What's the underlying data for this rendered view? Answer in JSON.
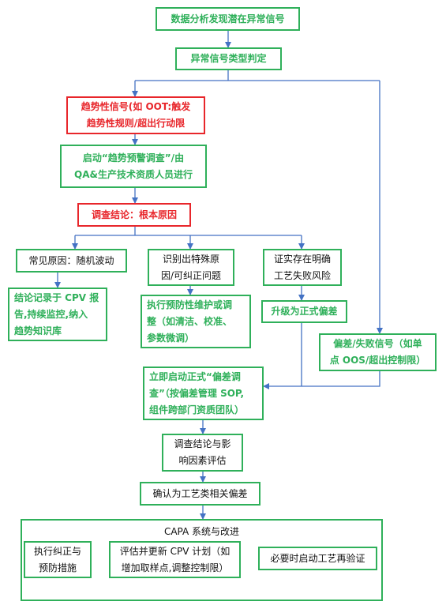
{
  "nodes": {
    "start": "数据分析发现潜在异常信号",
    "classify": "异常信号类型判定",
    "trend_signal": "趋势性信号(如 OOT:触发\n趋势性规则/超出行动限",
    "trend_investigation": "启动“趋势预警调查”/由\nQA&生产技术资质人员进行",
    "conclusion": "调查结论：根本原因",
    "common_cause": "常见原因：随机波动",
    "special_cause": "识别出特殊原\n因/可纠正问题",
    "confirmed_risk": "证实存在明确\n工艺失败风险",
    "record_cpv": "结论记录于 CPV 报\n告,持续监控,纳入\n趋势知识库",
    "preventive_maintenance": "执行预防性维护或调\n整（如清洁、校准、\n参数微调）",
    "upgrade_deviation": "升级为正式偏差",
    "deviation_signal": "偏差/失败信号（如单\n点 OOS/超出控制限）",
    "formal_investigation": "立即启动正式“偏差调\n查”（按偏差管理 SOP,\n组件跨部门资质团队）",
    "impact_evaluation": "调查结论与影\n响因素评估",
    "confirm_process_deviation": "确认为工艺类相关偏差",
    "capa_title": "CAPA 系统与改进",
    "capa_actions": "执行纠正与\n预防措施",
    "update_cpv_plan": "评估并更新 CPV 计划（如\n增加取样点,调整控制限）",
    "revalidation": "必要时启动工艺再验证"
  },
  "colors": {
    "green": "#2fb05a",
    "red": "#e8262b",
    "arrow": "#4472c4"
  }
}
